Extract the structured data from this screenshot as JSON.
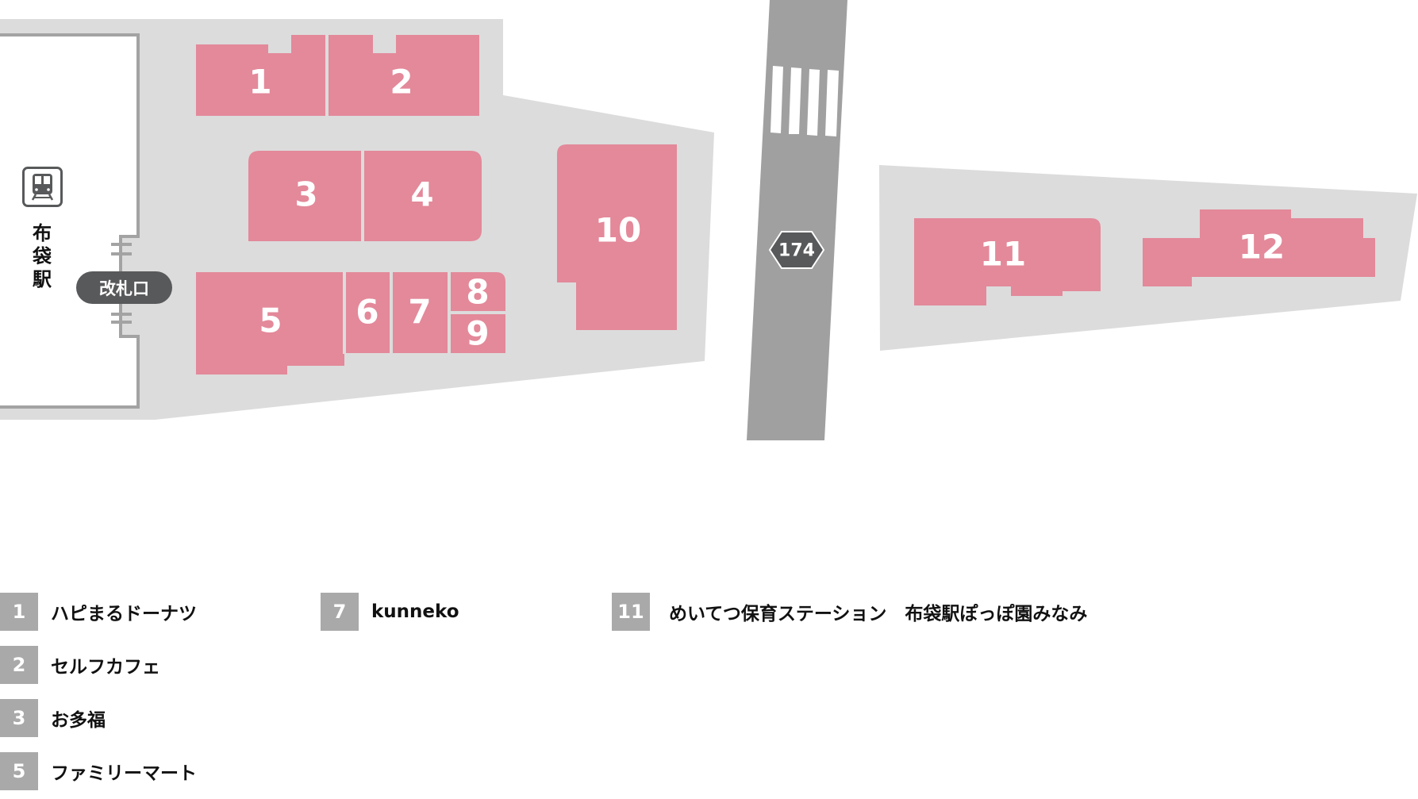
{
  "station": {
    "name": "布袋駅",
    "gate_label": "改札口",
    "icon": "train-icon"
  },
  "road": {
    "route_number": "174",
    "icon": "route-hexagon-sign"
  },
  "shops_on_map": [
    {
      "id": "1",
      "label": "1"
    },
    {
      "id": "2",
      "label": "2"
    },
    {
      "id": "3",
      "label": "3"
    },
    {
      "id": "4",
      "label": "4"
    },
    {
      "id": "5",
      "label": "5"
    },
    {
      "id": "6",
      "label": "6"
    },
    {
      "id": "7",
      "label": "7"
    },
    {
      "id": "8",
      "label": "8"
    },
    {
      "id": "9",
      "label": "9"
    },
    {
      "id": "10",
      "label": "10"
    },
    {
      "id": "11",
      "label": "11"
    },
    {
      "id": "12",
      "label": "12"
    }
  ],
  "legend": [
    {
      "number": "1",
      "name": "ハピまるドーナツ"
    },
    {
      "number": "2",
      "name": "セルフカフェ"
    },
    {
      "number": "3",
      "name": "お多福"
    },
    {
      "number": "5",
      "name": "ファミリーマート"
    },
    {
      "number": "7",
      "name": "kunneko"
    },
    {
      "number": "11",
      "name": "めいてつ保育ステーション　布袋駅ぽっぽ園みなみ"
    }
  ],
  "colors": {
    "shop": "#e3899a",
    "plaza": "#dcdcdc",
    "road": "#a0a0a0",
    "badge": "#a9a9a9",
    "dark": "#58595b"
  }
}
